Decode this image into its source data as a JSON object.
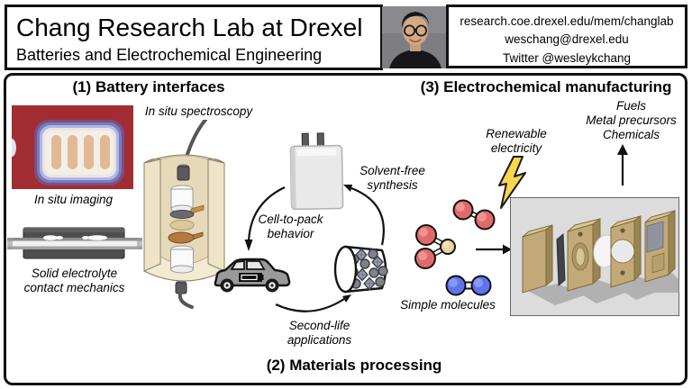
{
  "header": {
    "title": "Chang Research Lab at Drexel",
    "subtitle": "Batteries and Electrochemical Engineering",
    "contact_lines": [
      "research.coe.drexel.edu/mem/changlab",
      "weschang@drexel.edu",
      "Twitter @wesleykchang"
    ]
  },
  "sections": {
    "battery_interfaces": {
      "heading": "(1) Battery interfaces",
      "in_situ_spectroscopy_label": "In situ spectroscopy",
      "in_situ_imaging_label": "In situ imaging",
      "solid_electrolyte_label": "Solid electrolyte\ncontact mechanics"
    },
    "materials_processing": {
      "heading": "(2) Materials processing",
      "cell_to_pack_label": "Cell-to-pack\nbehavior",
      "second_life_label": "Second-life\napplications",
      "solvent_free_label": "Solvent-free\nsynthesis"
    },
    "electrochemical_manufacturing": {
      "heading": "(3) Electrochemical manufacturing",
      "renewable_electricity_label": "Renewable\nelectricity",
      "products_label": "Fuels\nMetal precursors\nChemicals",
      "simple_molecules_label": "Simple molecules"
    }
  },
  "colors": {
    "heatmap_red": "#a12d33",
    "heatmap_blue": "#5a6ec8",
    "heatmap_stripe": "#dfb08a",
    "shell_cream": "#f3ead4",
    "copper_disc": "#b5793f",
    "tan_disc": "#dcc89c",
    "car_gray": "#9a9a9a",
    "molecule_red": "#e06a6a",
    "molecule_blue": "#5f72ee",
    "molecule_tan": "#ecd29e",
    "lightning_yellow": "#f8d84b",
    "block_tan": "#c2a977",
    "render_bg": "#dcdcdc"
  }
}
